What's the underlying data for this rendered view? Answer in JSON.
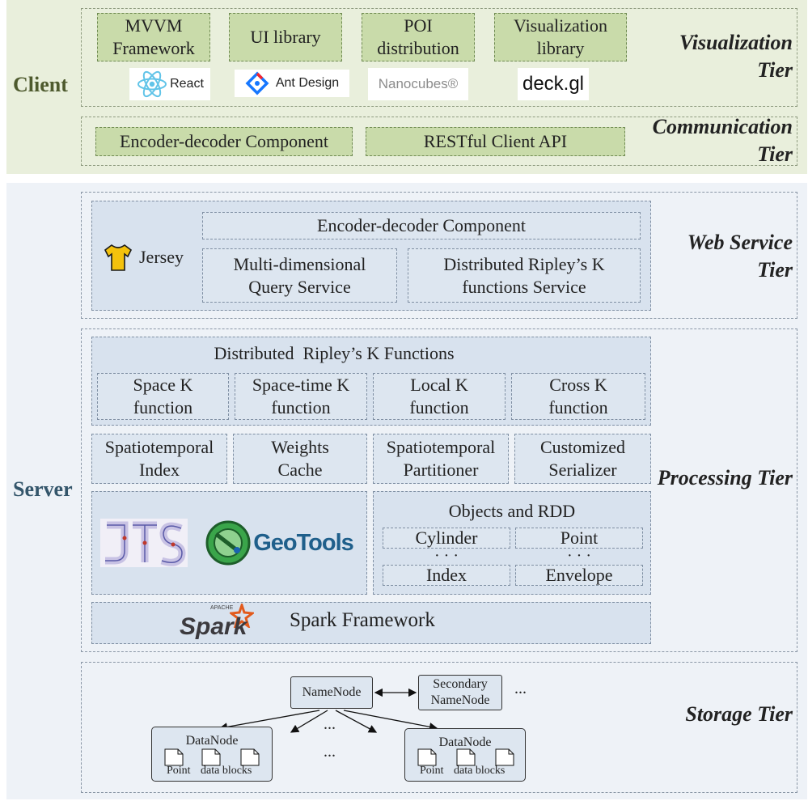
{
  "client": {
    "label": "Client",
    "visualization_tier": {
      "title": "Visualization Tier",
      "boxes": [
        "MVVM Framework",
        "UI library",
        "POI distribution",
        "Visualization library"
      ],
      "logos": {
        "react": "React",
        "ant": "Ant Design",
        "nanocubes": "Nanocubes®",
        "deck": "deck.gl"
      }
    },
    "communication_tier": {
      "title": "Communication Tier",
      "boxes": [
        "Encoder-decoder Component",
        "RESTful Client API"
      ]
    }
  },
  "server": {
    "label": "Server",
    "web_service_tier": {
      "title": "Web Service Tier",
      "jersey": "Jersey",
      "encoder": "Encoder-decoder Component",
      "services": [
        "Multi-dimensional Query Service",
        "Distributed Ripley’s K functions Service"
      ]
    },
    "processing_tier": {
      "title": "Processing Tier",
      "ripley_title": "Distributed  Ripley’s K Functions",
      "k_functions": [
        "Space K function",
        "Space-time K function",
        "Local K function",
        "Cross K function"
      ],
      "components": [
        "Spatiotemporal Index",
        "Weights Cache",
        "Spatiotemporal Partitioner",
        "Customized Serializer"
      ],
      "libs": {
        "jts": "JTS",
        "geotools": "GeoTools"
      },
      "objects_title": "Objects and RDD",
      "objects": [
        "Cylinder",
        "Point",
        "Index",
        "Envelope"
      ],
      "ellipsis": "· · ·",
      "spark_small": "APACHE",
      "spark_logo": "Spark",
      "spark_framework": "Spark Framework"
    }
  },
  "storage": {
    "title": "Storage Tier",
    "namenode": "NameNode",
    "secondary": "Secondary NameNode",
    "datanode": "DataNode",
    "point": "Point",
    "data_blocks": "data blocks",
    "dots": "..."
  },
  "colors": {
    "client_bg": "#e9efdc",
    "server_bg": "#eef2f7",
    "green_box": "#c9dbaa",
    "blue_box": "#dde6f0"
  }
}
